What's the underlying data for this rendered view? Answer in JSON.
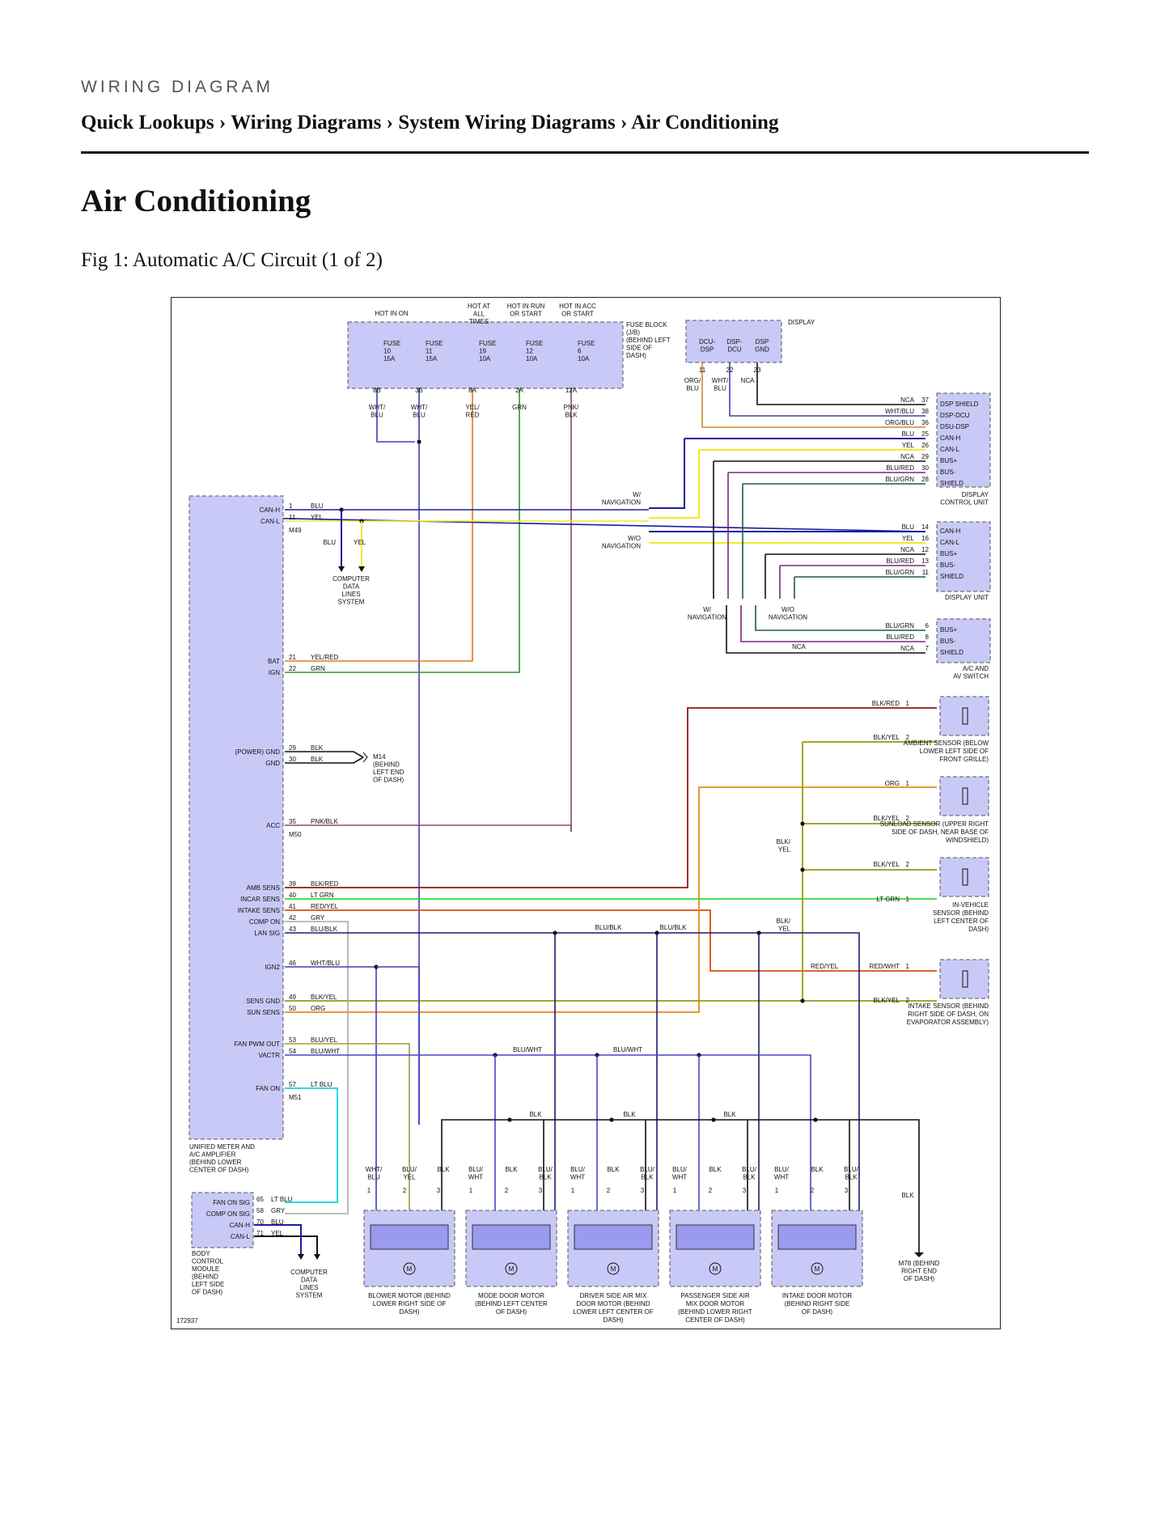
{
  "header": {
    "section_label": "WIRING DIAGRAM",
    "breadcrumb": [
      "Quick Lookups",
      "Wiring Diagrams",
      "System Wiring Diagrams",
      "Air Conditioning"
    ],
    "separator": "›"
  },
  "page_title": "Air Conditioning",
  "figure_caption": "Fig 1: Automatic A/C Circuit (1 of 2)",
  "diagram": {
    "figure_id": "172937",
    "fuse_block": {
      "headers": [
        "HOT IN ON",
        "HOT AT ALL TIMES",
        "HOT IN RUN OR START",
        "HOT IN ACC OR START"
      ],
      "label": "FUSE BLOCK (J/B) (BEHIND LEFT SIDE OF DASH)",
      "fuses": [
        {
          "name": "FUSE 10",
          "amp": "15A",
          "pin": "8B",
          "wire": "WHT/BLU"
        },
        {
          "name": "FUSE 11",
          "amp": "15A",
          "pin": "3B",
          "wire": "WHT/BLU"
        },
        {
          "name": "FUSE 19",
          "amp": "10A",
          "pin": "8A",
          "wire": "YEL/RED"
        },
        {
          "name": "FUSE 12",
          "amp": "10A",
          "pin": "2A",
          "wire": "GRN"
        },
        {
          "name": "FUSE 6",
          "amp": "10A",
          "pin": "12A",
          "wire": "PNK/BLK"
        }
      ]
    },
    "display": {
      "label": "DISPLAY",
      "pins": [
        {
          "name": "DCU-DSP",
          "num": "11",
          "wire": "ORG/BLU"
        },
        {
          "name": "DSP-DCU",
          "num": "22",
          "wire": "WHT/BLU"
        },
        {
          "name": "DSP GND",
          "num": "23",
          "wire": "NCA"
        }
      ]
    },
    "display_control_unit": {
      "label": "DISPLAY CONTROL UNIT",
      "pins": [
        {
          "wire": "NCA",
          "num": "37",
          "name": "DSP SHIELD"
        },
        {
          "wire": "WHT/BLU",
          "num": "38",
          "name": "DSP-DCU"
        },
        {
          "wire": "ORG/BLU",
          "num": "36",
          "name": "DSU-DSP"
        },
        {
          "wire": "BLU",
          "num": "25",
          "name": "CAN-H"
        },
        {
          "wire": "YEL",
          "num": "26",
          "name": "CAN-L"
        },
        {
          "wire": "NCA",
          "num": "29",
          "name": "BUS+"
        },
        {
          "wire": "BLU/RED",
          "num": "30",
          "name": "BUS-"
        },
        {
          "wire": "BLU/GRN",
          "num": "28",
          "name": "SHIELD"
        }
      ]
    },
    "display_unit": {
      "label": "DISPLAY UNIT",
      "pins": [
        {
          "wire": "BLU",
          "num": "14",
          "name": "CAN-H"
        },
        {
          "wire": "YEL",
          "num": "16",
          "name": "CAN-L"
        },
        {
          "wire": "NCA",
          "num": "12",
          "name": "BUS+"
        },
        {
          "wire": "BLU/RED",
          "num": "13",
          "name": "BUS-"
        },
        {
          "wire": "BLU/GRN",
          "num": "11",
          "name": "SHIELD"
        }
      ]
    },
    "av_switch": {
      "label": "A/C AND AV SWITCH",
      "pins": [
        {
          "wire": "BLU/GRN",
          "num": "6",
          "name": "BUS+"
        },
        {
          "wire": "BLU/RED",
          "num": "8",
          "name": "BUS-"
        },
        {
          "wire": "NCA",
          "num": "7",
          "name": "SHIELD"
        }
      ],
      "extra_wire": "NCA"
    },
    "navigation": {
      "with": "W/ NAVIGATION",
      "without": "W/O NAVIGATION"
    },
    "amplifier": {
      "label": "UNIFIED METER AND A/C AMPLIFIER (BEHIND LOWER CENTER OF DASH)",
      "connectors": [
        "M49",
        "M50",
        "M51"
      ],
      "pins": [
        {
          "name": "CAN-H",
          "num": "1",
          "wire": "BLU"
        },
        {
          "name": "CAN-L",
          "num": "11",
          "wire": "YEL"
        },
        {
          "name": "BAT",
          "num": "21",
          "wire": "YEL/RED"
        },
        {
          "name": "IGN",
          "num": "22",
          "wire": "GRN"
        },
        {
          "name": "(POWER) GND",
          "num": "29",
          "wire": "BLK"
        },
        {
          "name": "GND",
          "num": "30",
          "wire": "BLK"
        },
        {
          "name": "ACC",
          "num": "35",
          "wire": "PNK/BLK"
        },
        {
          "name": "AMB SENS",
          "num": "39",
          "wire": "BLK/RED"
        },
        {
          "name": "INCAR SENS",
          "num": "40",
          "wire": "LT GRN"
        },
        {
          "name": "INTAKE SENS",
          "num": "41",
          "wire": "RED/YEL"
        },
        {
          "name": "COMP ON",
          "num": "42",
          "wire": "GRY"
        },
        {
          "name": "LAN SIG",
          "num": "43",
          "wire": "BLU/BLK"
        },
        {
          "name": "IGN2",
          "num": "46",
          "wire": "WHT/BLU"
        },
        {
          "name": "SENS GND",
          "num": "49",
          "wire": "BLK/YEL"
        },
        {
          "name": "SUN SENS",
          "num": "50",
          "wire": "ORG"
        },
        {
          "name": "FAN PWM OUT",
          "num": "53",
          "wire": "BLU/YEL"
        },
        {
          "name": "VACTR",
          "num": "54",
          "wire": "BLU/WHT"
        },
        {
          "name": "FAN ON",
          "num": "57",
          "wire": "LT BLU"
        }
      ]
    },
    "data_lines_1": {
      "label": "COMPUTER DATA LINES SYSTEM",
      "wires": [
        "BLU",
        "YEL"
      ]
    },
    "ground_m14": {
      "label": "M14 (BEHIND LEFT END OF DASH)"
    },
    "ambient_sensor": {
      "label": "AMBIENT SENSOR (BELOW LOWER LEFT SIDE OF FRONT GRILLE)",
      "pins": [
        {
          "wire": "BLK/RED",
          "num": "1"
        },
        {
          "wire": "BLK/YEL",
          "num": "2"
        }
      ]
    },
    "sunload_sensor": {
      "label": "SUNLOAD SENSOR (UPPER RIGHT SIDE OF DASH, NEAR BASE OF WINDSHIELD)",
      "pins": [
        {
          "wire": "ORG",
          "num": "1"
        },
        {
          "wire": "BLK/YEL",
          "num": "2"
        }
      ]
    },
    "in_vehicle_sensor": {
      "label": "IN-VEHICLE SENSOR (BEHIND LEFT CENTER OF DASH)",
      "pins": [
        {
          "wire": "BLK/YEL",
          "num": "2"
        },
        {
          "wire": "LT GRN",
          "num": "1"
        }
      ]
    },
    "intake_sensor": {
      "label": "INTAKE SENSOR (BEHIND RIGHT SIDE OF DASH, ON EVAPORATOR ASSEMBLY)",
      "pins": [
        {
          "wire": "RED/WHT",
          "num": "1"
        },
        {
          "wire": "BLK/YEL",
          "num": "2"
        }
      ],
      "harness_wire": "RED/YEL"
    },
    "splice_labels": {
      "blk_yel": "BLK/ YEL",
      "blu_blk": "BLU/BLK",
      "blu_wht": "BLU/WHT",
      "blk": "BLK"
    },
    "motors": [
      {
        "label": "BLOWER MOTOR (BEHIND LOWER RIGHT SIDE OF DASH)",
        "wires": [
          "WHT/ BLU",
          "BLU/ YEL",
          "BLK"
        ]
      },
      {
        "label": "MODE DOOR MOTOR (BEHIND LEFT CENTER OF DASH)",
        "wires": [
          "BLU/ WHT",
          "BLK",
          "BLU/ BLK"
        ]
      },
      {
        "label": "DRIVER SIDE AIR MIX DOOR MOTOR (BEHIND LOWER LEFT CENTER OF DASH)",
        "wires": [
          "BLU/ WHT",
          "BLK",
          "BLU/ BLK"
        ]
      },
      {
        "label": "PASSENGER SIDE AIR MIX DOOR MOTOR (BEHIND LOWER RIGHT CENTER OF DASH)",
        "wires": [
          "BLU/ WHT",
          "BLK",
          "BLU/ BLK"
        ]
      },
      {
        "label": "INTAKE DOOR MOTOR (BEHIND RIGHT SIDE OF DASH)",
        "wires": [
          "BLU/ WHT",
          "BLK",
          "BLU/ BLK"
        ]
      }
    ],
    "motor_symbol": "M",
    "ground_m78": {
      "wire": "BLK",
      "label": "M78 (BEHIND RIGHT END OF DASH)"
    },
    "body_control_module": {
      "label": "BODY CONTROL MODULE (BEHIND LEFT SIDE OF DASH)",
      "pins": [
        {
          "name": "FAN ON SIG",
          "num": "65",
          "wire": "LT BLU"
        },
        {
          "name": "COMP ON SIG",
          "num": "58",
          "wire": "GRY"
        },
        {
          "name": "CAN-H",
          "num": "70",
          "wire": "BLU"
        },
        {
          "name": "CAN-L",
          "num": "71",
          "wire": "YEL"
        }
      ]
    },
    "data_lines_2": {
      "label": "COMPUTER DATA LINES SYSTEM"
    }
  },
  "colors": {
    "component_fill": "#c9c9f7",
    "BLU": "#1c1ca0",
    "YEL": "#f2ea2a",
    "YEL/RED": "#e07a1b",
    "GRN": "#2b9a2b",
    "PNK/BLK": "#8a4a6a",
    "WHT/BLU": "#3e3eb8",
    "BLK": "#111111",
    "BLK/RED": "#8a1a1a",
    "LT GRN": "#32d832",
    "RED/YEL": "#e24a10",
    "GRY": "#a8a8a8",
    "BLU/BLK": "#1b1b6e",
    "BLK/YEL": "#9a9a12",
    "ORG": "#e58a16",
    "BLU/YEL": "#9aa03a",
    "BLU/WHT": "#4747c7",
    "LT BLU": "#2ad8e4",
    "ORG/BLU": "#d08a2a",
    "BLU/RED": "#7a2a7a",
    "BLU/GRN": "#1a5a5a",
    "NCA": "#111111"
  }
}
